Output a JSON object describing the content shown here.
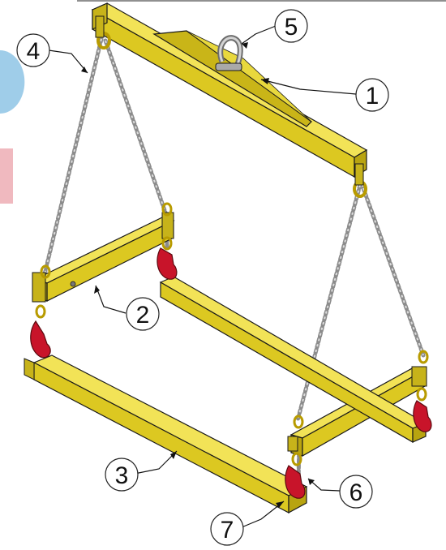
{
  "diagram": {
    "colors": {
      "beam": "#e3d02a",
      "beam_dark": "#b8a410",
      "beam_light": "#f4e85c",
      "outline": "#1a1a1a",
      "chain": "#a9a9a9",
      "hook": "#c8142a",
      "shackle": "#b9b9b9",
      "bubble_stroke": "#222222",
      "bubble_fill": "#ffffff",
      "accent_blue": "#9fcde9",
      "accent_pink": "#f0b9bf"
    },
    "callouts": [
      {
        "id": "1",
        "label": "1"
      },
      {
        "id": "2",
        "label": "2"
      },
      {
        "id": "3",
        "label": "3"
      },
      {
        "id": "4",
        "label": "4"
      },
      {
        "id": "5",
        "label": "5"
      },
      {
        "id": "6",
        "label": "6"
      },
      {
        "id": "7",
        "label": "7"
      }
    ]
  }
}
